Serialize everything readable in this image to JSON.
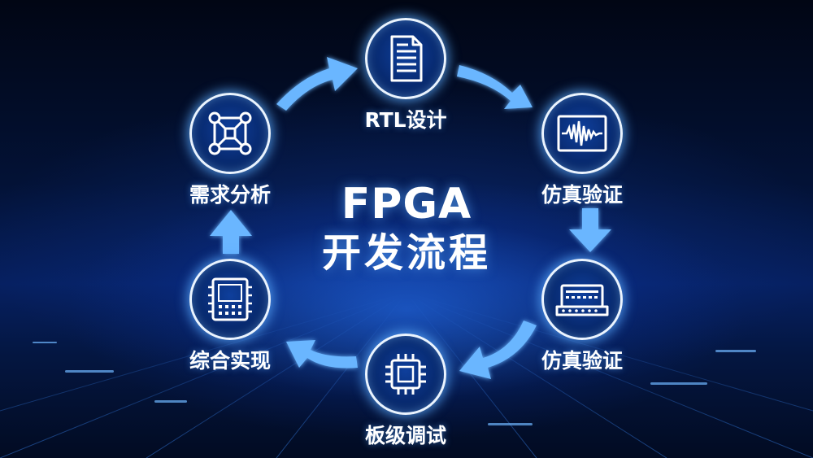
{
  "title": {
    "line1": "FPGA",
    "line2": "开发流程"
  },
  "steps": [
    {
      "label": "RTL设计",
      "icon": "document-icon"
    },
    {
      "label": "仿真验证",
      "icon": "waveform-icon"
    },
    {
      "label": "仿真验证",
      "icon": "lab-instrument-icon"
    },
    {
      "label": "板级调试",
      "icon": "chip-icon"
    },
    {
      "label": "综合实现",
      "icon": "circuit-board-icon"
    },
    {
      "label": "需求分析",
      "icon": "network-graph-icon"
    }
  ],
  "colors": {
    "accent": "#2f8dff",
    "arrow": "#5fb0ff",
    "ring": "#eaf4ff",
    "background": "#031236"
  }
}
